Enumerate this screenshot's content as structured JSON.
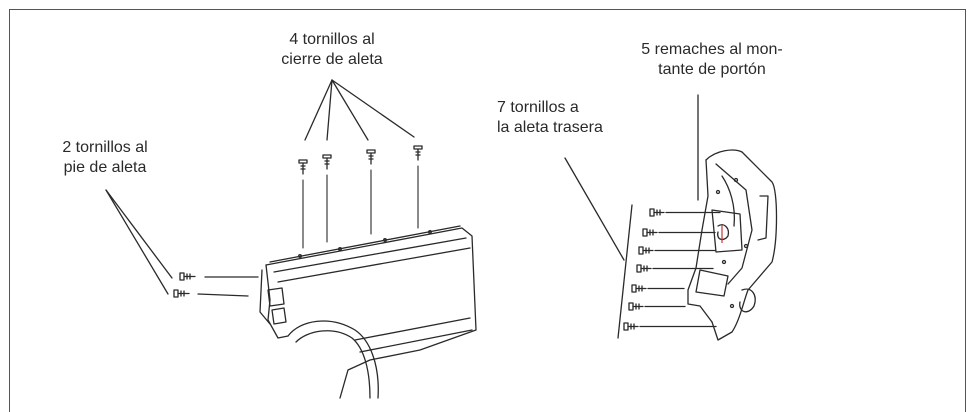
{
  "callouts": {
    "top_center": [
      "4 tornillos al",
      "cierre de aleta"
    ],
    "left": [
      "2 tornillos al",
      "pie de aleta"
    ],
    "middle": [
      "7 tornillos a",
      "la aleta trasera"
    ],
    "right": [
      "5 remaches al mon-",
      "tante de portón"
    ]
  }
}
